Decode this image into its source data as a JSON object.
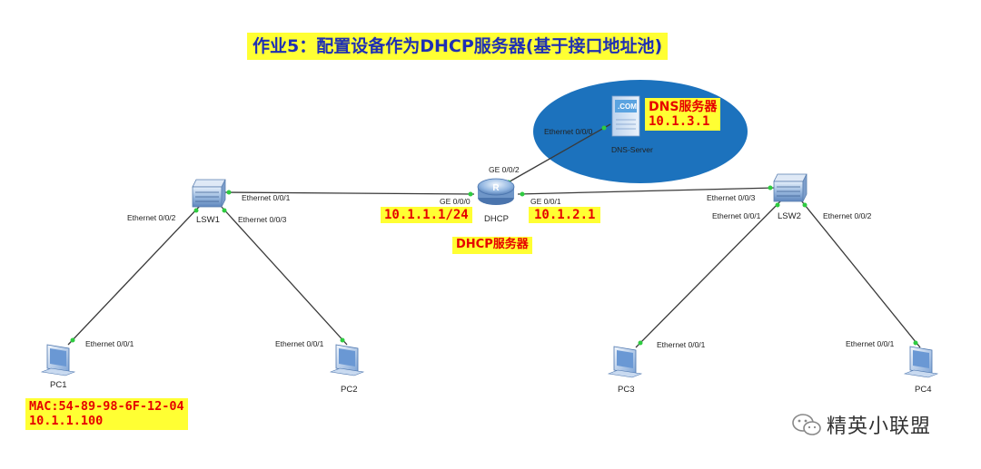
{
  "title": "作业5：配置设备作为DHCP服务器(基于接口地址池)",
  "devices": {
    "lsw1": "LSW1",
    "lsw2": "LSW2",
    "dhcp": "DHCP",
    "dns_server": "DNS-Server",
    "pc1": "PC1",
    "pc2": "PC2",
    "pc3": "PC3",
    "pc4": "PC4",
    "dns_screen": ".COM"
  },
  "ports": {
    "lsw1_e001": "Ethernet 0/0/1",
    "lsw1_e002": "Ethernet 0/0/2",
    "lsw1_e003": "Ethernet 0/0/3",
    "dhcp_ge000": "GE 0/0/0",
    "dhcp_ge001": "GE 0/0/1",
    "dhcp_ge002": "GE 0/0/2",
    "dns_e000": "Ethernet 0/0/0",
    "lsw2_e003": "Ethernet 0/0/3",
    "lsw2_e001": "Ethernet 0/0/1",
    "lsw2_e002": "Ethernet 0/0/2",
    "pc1_e001": "Ethernet 0/0/1",
    "pc2_e001": "Ethernet 0/0/1",
    "pc3_e001": "Ethernet 0/0/1",
    "pc4_e001": "Ethernet 0/0/1"
  },
  "notes": {
    "dns_title": "DNS服务器",
    "dns_ip": "10.1.3.1",
    "ge0_ip": "10.1.1.1/24",
    "ge1_ip": "10.1.2.1",
    "dhcp_role": "DHCP服务器",
    "pc1_mac": "MAC:54-89-98-6F-12-04",
    "pc1_ip": "10.1.1.100"
  },
  "watermark": "精英小联盟",
  "colors": {
    "highlight": "#ffff33",
    "note_text": "#e60000",
    "title_text": "#1f2fb3",
    "dns_cloud": "#1c72bd",
    "link_dot": "#2ecc40"
  }
}
